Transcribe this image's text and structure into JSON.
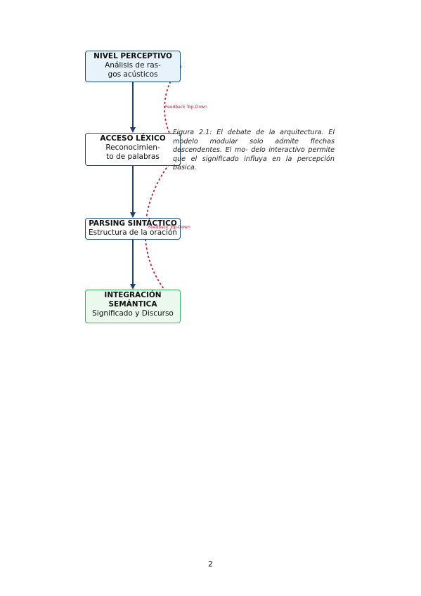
{
  "diagram": {
    "nodes": [
      {
        "title": "NIVEL PERCEPTIVO",
        "subtitle": "Análisis de ras- gos acústicos"
      },
      {
        "title": "ACCESO LÉXICO",
        "subtitle": "Reconocimien- to de palabras"
      },
      {
        "title": "PARSING SINTÁCTICO",
        "subtitle": "Estructura de la oración"
      },
      {
        "title": "INTEGRACIÓN SEMÁNTICA",
        "subtitle": "Significado y Discurso"
      }
    ],
    "feedback_labels": [
      "Feedback Top-Down",
      "Feedback Top-Down"
    ],
    "colors": {
      "arrow": "#1f3f66",
      "feedback": "#b0243c",
      "node_border": "#1f4e79",
      "semantic_border": "#3bb563",
      "perceptive_fill": "#e8f2fb",
      "semantic_fill": "#eaf8ee"
    }
  },
  "caption": "Figura 2.1: El debate de la arquitectura. El modelo modular solo admite flechas descendentes. El mo- delo interactivo permite que el significado influya en la percepción básica.",
  "page_number": "2"
}
